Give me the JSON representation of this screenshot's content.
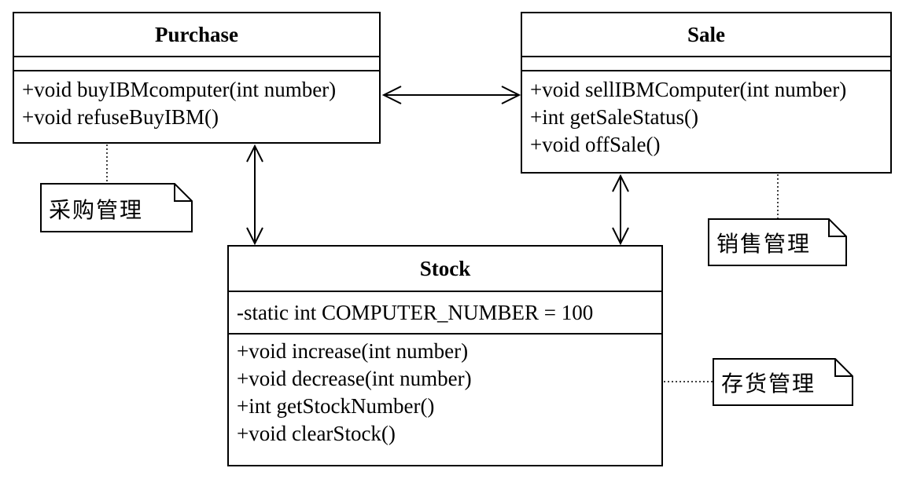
{
  "classes": {
    "purchase": {
      "name": "Purchase",
      "operations": [
        "+void buyIBMcomputer(int number)",
        "+void refuseBuyIBM()"
      ]
    },
    "sale": {
      "name": "Sale",
      "operations": [
        "+void sellIBMComputer(int number)",
        "+int getSaleStatus()",
        "+void offSale()"
      ]
    },
    "stock": {
      "name": "Stock",
      "attributes": [
        "-static int COMPUTER_NUMBER = 100"
      ],
      "operations": [
        "+void increase(int number)",
        "+void decrease(int number)",
        "+int getStockNumber()",
        "+void clearStock()"
      ]
    }
  },
  "notes": {
    "purchase_note": "采购管理",
    "sale_note": "销售管理",
    "stock_note": "存货管理"
  },
  "associations": [
    "Purchase-Sale",
    "Purchase-Stock",
    "Sale-Stock"
  ]
}
